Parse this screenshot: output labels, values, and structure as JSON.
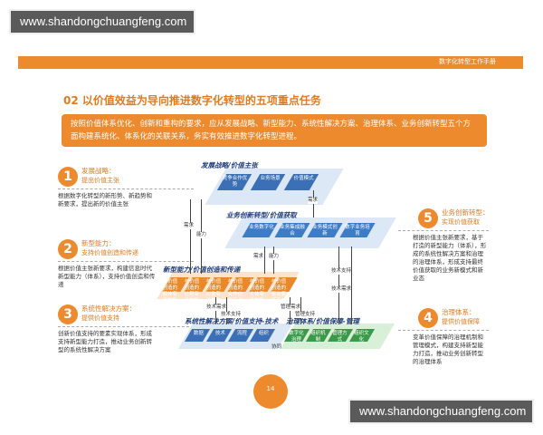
{
  "watermark": "www.shandongchuangfeng.com",
  "header": {
    "title": "数字化转型工作手册"
  },
  "section_title": "02 以价值效益为导向推进数字化转型的五项重点任务",
  "intro": "按照价值体系优化、创新和重构的要求，应从发展战略、新型能力、系统性解决方案、治理体系、业务创新转型五个方面构建系统化、体系化的关联关系，务实有效推进数字化转型进程。",
  "left_items": [
    {
      "num": "1",
      "title": "发展战略：",
      "sub": "提出价值主张",
      "text": "根据数字化转型的新形势、新趋势和新要求，提出新的价值主张"
    },
    {
      "num": "2",
      "title": "新型能力：",
      "sub": "支持价值创造和传递",
      "text": "根据价值主张新要求，构建信息时代新型能力（体系），支持价值创造和传递"
    },
    {
      "num": "3",
      "title": "系统性解决方案：",
      "sub": "提供价值支持",
      "text": "创新价值支持的要素实现体系，形成支持新型能力打造，推动业务创新转型的系统性解决方案"
    }
  ],
  "right_items": [
    {
      "num": "5",
      "title": "业务创新转型：",
      "sub": "实现价值获取",
      "text": "根据价值主张新要求，基于打造的新型能力（体系），形成的系统性解决方案和治理的治理体系，形成支持最终价值获取的业务新模式和新业态"
    },
    {
      "num": "4",
      "title": "治理体系：",
      "sub": "提供价值保障",
      "text": "变革价值保障的治理机制和管理模式，构建支持新型能力打造，推动业务创新转型的治理体系"
    }
  ],
  "diagram": {
    "strategy": {
      "label": "发展战略/价值主张",
      "tiles": [
        "竞争合作优势",
        "业务场景",
        "价值模式"
      ]
    },
    "business": {
      "label": "业务创新转型/价值获取",
      "tiles": [
        "业务数字化",
        "业务集成融合",
        "业务模式创新",
        "数字业务培育"
      ]
    },
    "capability": {
      "label": "新型能力/价值创造和传递",
      "tiles": [
        "与价值创造的载体有关的能力",
        "与价值创造的过程有关的能力",
        "与价值创造的对象有关的能力",
        "与价值创造的合作伙伴有关的能力",
        "与价值创造的主体有关的能力",
        "与价值创造的驱动要素有关的能力"
      ]
    },
    "solution": {
      "label": "系统性解决方案/价值支持-技术",
      "tiles": [
        "数据",
        "技术",
        "流程",
        "组织"
      ]
    },
    "governance": {
      "label": "治理体系/价值保障-管理",
      "tiles": [
        "数字化治理",
        "组织机制",
        "管理方式",
        "组织文化"
      ]
    },
    "arrow_labels": {
      "need": "需求",
      "ability": "能力",
      "tech_need": "技术需求",
      "tech_support": "技术支持",
      "mgmt_need": "管理需求",
      "mgmt_support": "管理支持",
      "coordination": "协同"
    }
  },
  "page_number": "14",
  "colors": {
    "accent": "#ee8a2e",
    "strategy": "#3b6fb6",
    "business": "#3f7cc8",
    "capability": "#e88a2a",
    "solution": "#3b6fb6",
    "governance": "#3a9a4a"
  }
}
